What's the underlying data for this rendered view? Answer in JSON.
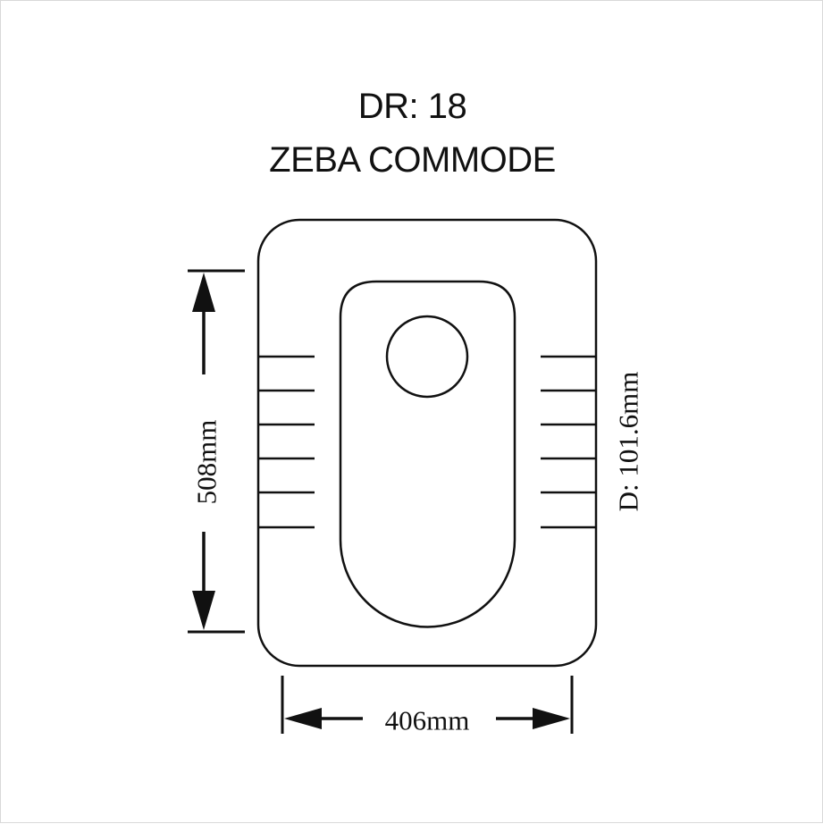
{
  "header": {
    "code": "DR: 18",
    "name": "ZEBA COMMODE"
  },
  "dimensions": {
    "length": "508mm",
    "width": "406mm",
    "drain": "D: 101.6mm"
  },
  "colors": {
    "line": "#111111",
    "background": "#ffffff"
  }
}
